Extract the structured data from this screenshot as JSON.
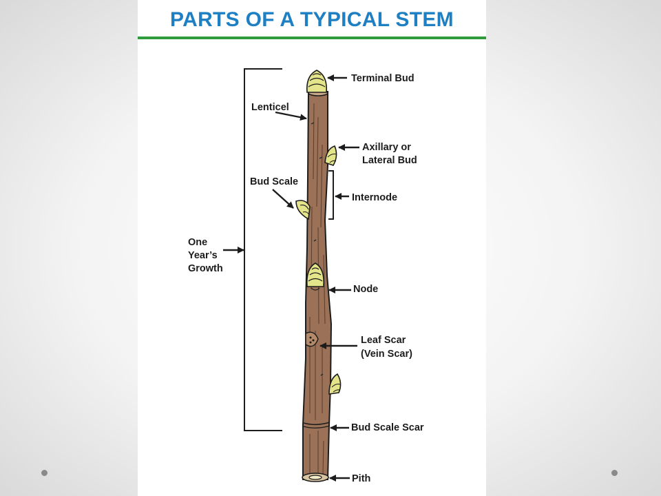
{
  "title": "PARTS OF A TYPICAL STEM",
  "labels": {
    "terminal_bud": "Terminal Bud",
    "lenticel": "Lenticel",
    "axillary_1": "Axillary or",
    "axillary_2": "Lateral Bud",
    "bud_scale": "Bud Scale",
    "internode": "Internode",
    "growth_1": "One",
    "growth_2": "Year’s",
    "growth_3": "Growth",
    "node": "Node",
    "leaf_scar_1": "Leaf Scar",
    "leaf_scar_2": "(Vein Scar)",
    "bud_scale_scar": "Bud Scale Scar",
    "pith": "Pith"
  },
  "colors": {
    "title": "#1e7fc2",
    "rule": "#2e9b3d",
    "stem": "#9b7257",
    "bud": "#e4e48a",
    "outline": "#1c1c1c"
  }
}
